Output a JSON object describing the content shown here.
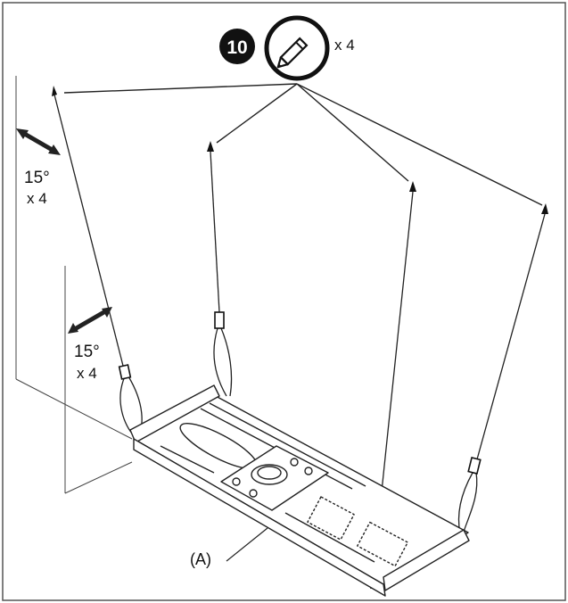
{
  "step": {
    "number": "10",
    "tool_icon": "pencil-icon",
    "quantity": "x 4"
  },
  "angles": [
    {
      "degrees": "15°",
      "count": "x 4"
    },
    {
      "degrees": "15°",
      "count": "x 4"
    }
  ],
  "parts": [
    {
      "label": "(A)"
    }
  ],
  "colors": {
    "line": "#222222",
    "border": "#555555",
    "background": "#ffffff"
  }
}
